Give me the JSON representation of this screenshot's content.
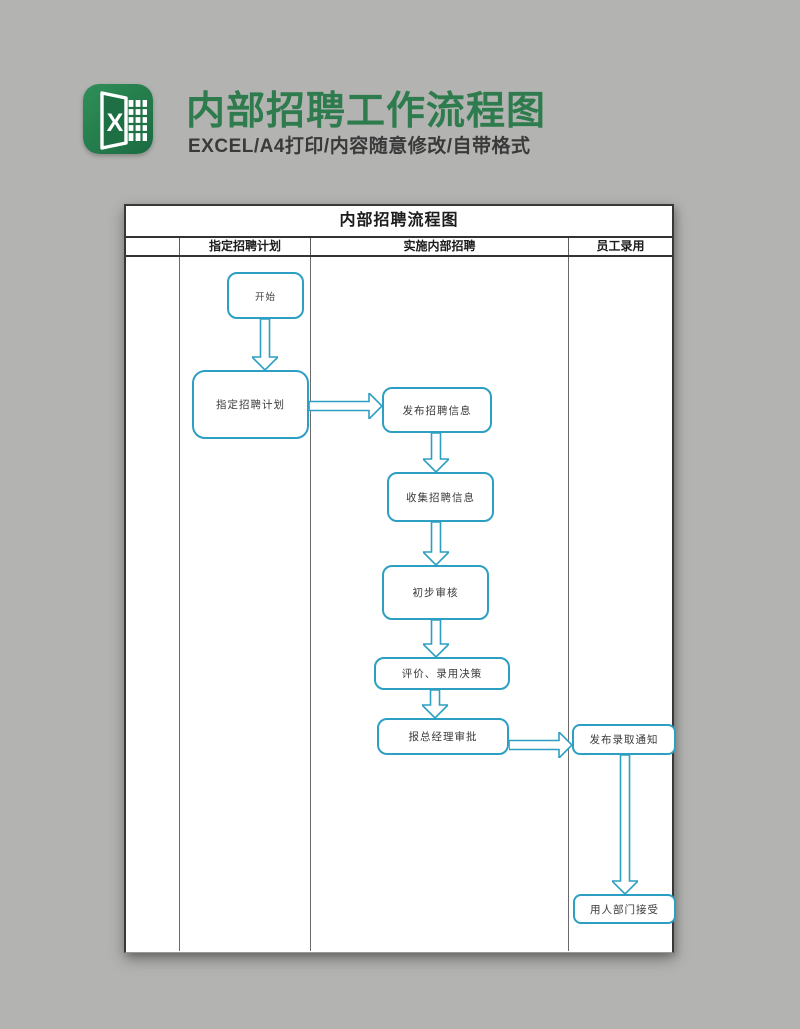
{
  "hero": {
    "title": "内部招聘工作流程图",
    "subtitle": "EXCEL/A4打印/内容随意修改/自带格式",
    "icon": {
      "name": "excel-icon",
      "letter": "X",
      "brand_green": "#217346"
    },
    "title_color": "#2e7b4e"
  },
  "sheet": {
    "title": "内部招聘流程图",
    "columns": [
      "指定招聘计划",
      "实施内部招聘",
      "员工录用"
    ],
    "nodes": {
      "start": "开始",
      "plan": "指定招聘计划",
      "publish": "发布招聘信息",
      "collect": "收集招聘信息",
      "review": "初步审核",
      "evaluate": "评价、录用决策",
      "approve": "报总经理审批",
      "notice": "发布录取通知",
      "accept": "用人部门接受"
    },
    "accent_color": "#2d9fc3"
  }
}
